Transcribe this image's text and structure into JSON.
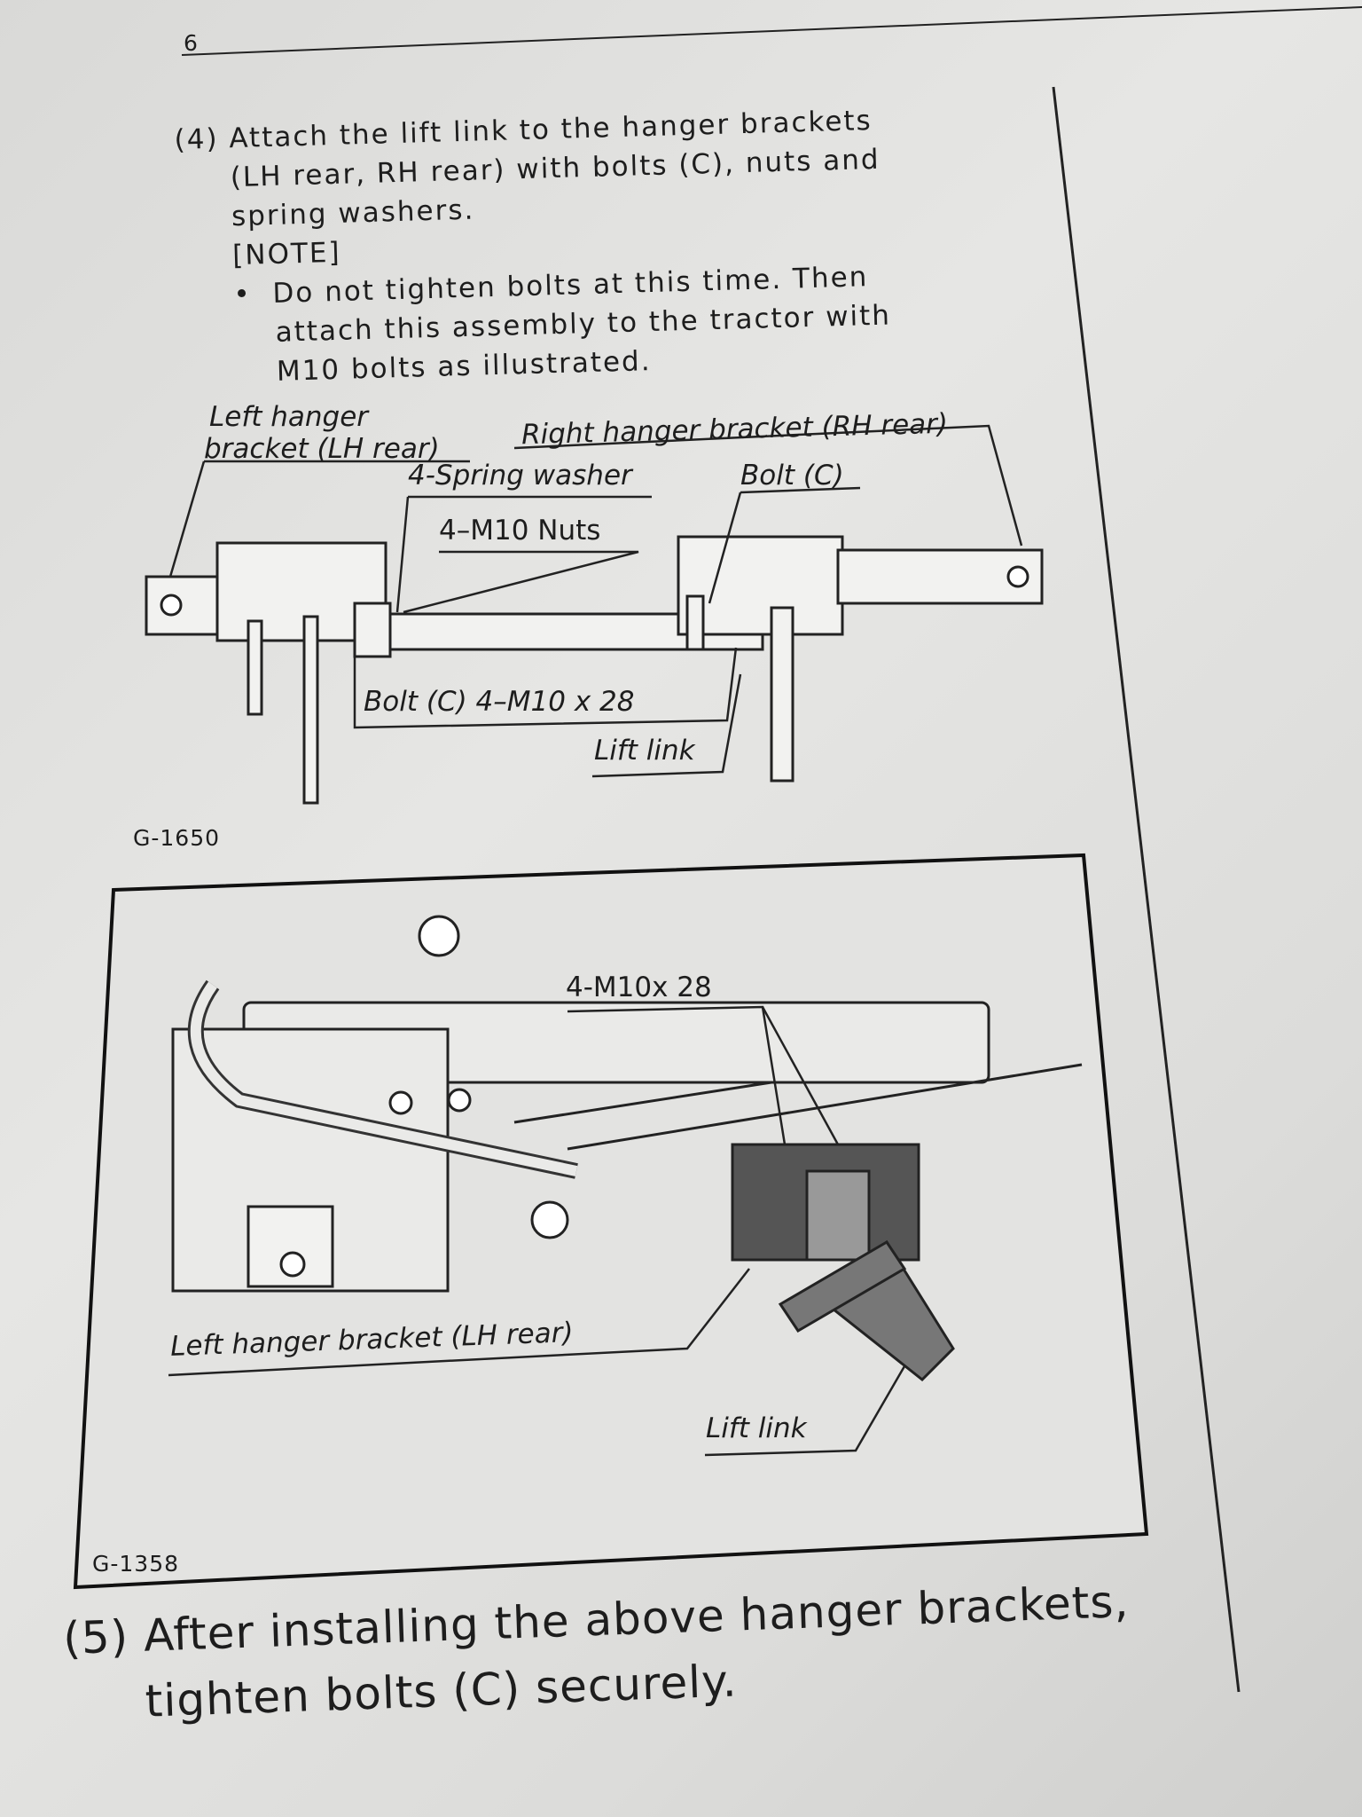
{
  "page_number": "6",
  "step4": {
    "number": "(4)",
    "line1": "Attach the lift link to the hanger brackets",
    "line2": "(LH rear, RH rear) with bolts (C), nuts and",
    "line3": "spring washers.",
    "note_heading": "[NOTE]",
    "bullet": "•",
    "note_line1": "Do not tighten bolts at this time. Then",
    "note_line2": "attach this assembly to the tractor with",
    "note_line3": "M10 bolts as illustrated."
  },
  "figure1": {
    "code": "G-1650",
    "labels": {
      "left_bracket_1": "Left hanger",
      "left_bracket_2": "bracket (LH rear)",
      "right_bracket": "Right hanger bracket (RH rear)",
      "spring_washer": "4-Spring washer",
      "bolt_c_top": "Bolt (C)",
      "nuts": "4–M10 Nuts",
      "bolt_c_bottom": "Bolt (C)  4–M10 x 28",
      "lift_link": "Lift link"
    }
  },
  "figure2": {
    "code": "G-1358",
    "labels": {
      "bolts": "4-M10x 28",
      "left_bracket": "Left hanger bracket (LH rear)",
      "lift_link": "Lift link"
    }
  },
  "step5": {
    "number": "(5)",
    "line1": "After installing the above hanger brackets,",
    "line2": "tighten bolts (C) securely."
  }
}
